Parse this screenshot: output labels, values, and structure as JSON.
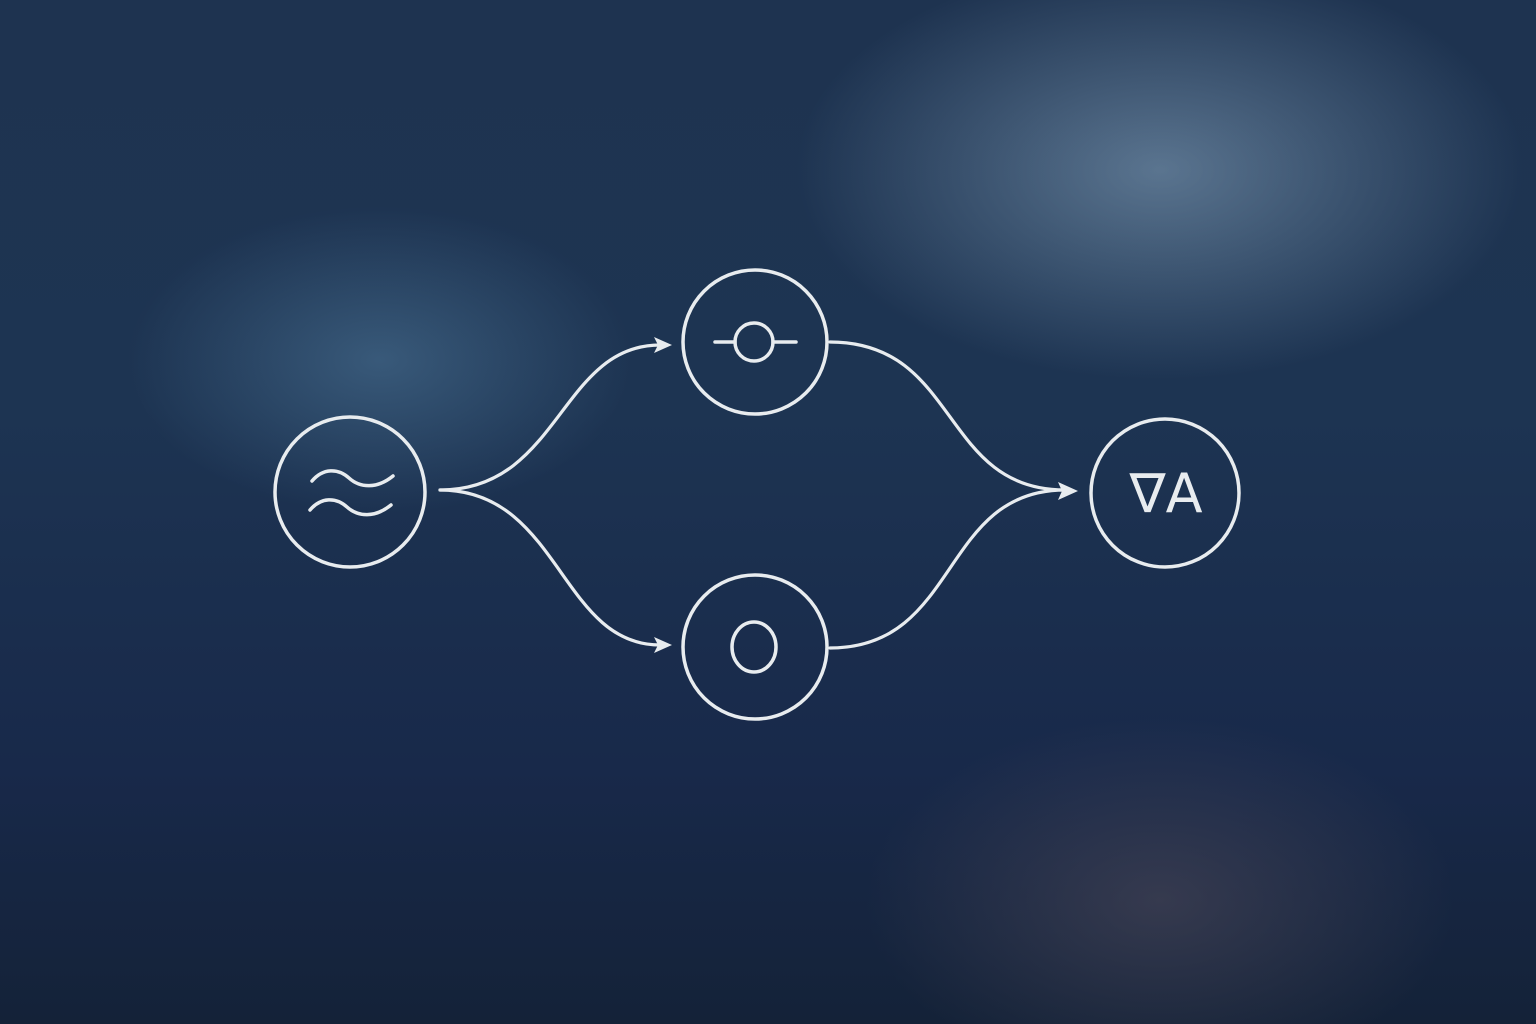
{
  "colors": {
    "background_top": "#1e3350",
    "background_bottom": "#142238",
    "stroke": "#e8ecef"
  },
  "nodes": [
    {
      "id": "source",
      "icon": "wave-icon"
    },
    {
      "id": "upper",
      "icon": "resistor-icon"
    },
    {
      "id": "lower",
      "icon": "ring-icon"
    },
    {
      "id": "output",
      "label": "∇A"
    }
  ],
  "edges": [
    {
      "from": "source",
      "to": "upper",
      "arrow": true
    },
    {
      "from": "source",
      "to": "lower",
      "arrow": true
    },
    {
      "from": "upper",
      "to": "output",
      "arrow": true
    },
    {
      "from": "lower",
      "to": "output",
      "arrow": false
    }
  ]
}
